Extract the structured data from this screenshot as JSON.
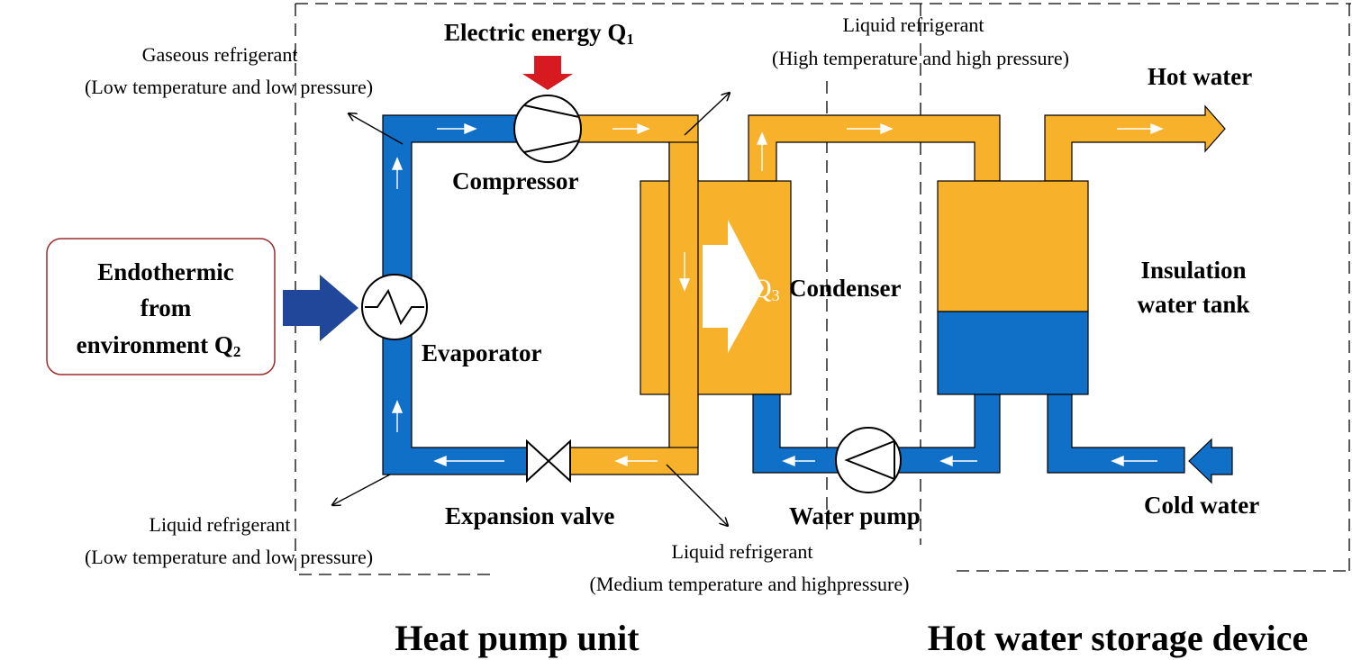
{
  "labels": {
    "electric_energy": "Electric energy Q",
    "electric_energy_sub": "1",
    "gaseous_refrigerant_1": "Gaseous refrigerant",
    "gaseous_refrigerant_2": "(Low temperature and low pressure)",
    "liquid_hp_1": "Liquid  refrigerant",
    "liquid_hp_2": "(High temperature and high pressure)",
    "hot_water": "Hot water",
    "compressor": "Compressor",
    "endothermic_1": "Endothermic",
    "endothermic_2": "from",
    "endothermic_3": "environment Q",
    "endothermic_sub": "2",
    "evaporator": "Evaporator",
    "q3": "Q",
    "q3_sub": "3",
    "condenser": "Condenser",
    "insulation_1": "Insulation",
    "insulation_2": "water tank",
    "expansion_valve": "Expansion valve",
    "water_pump": "Water pump",
    "cold_water": "Cold water",
    "liquid_lp_1": "Liquid refrigerant",
    "liquid_lp_2": "(Low temperature and low pressure)",
    "liquid_mp_1": "Liquid refrigerant",
    "liquid_mp_2": "(Medium temperature and highpressure)",
    "heat_pump_unit": "Heat pump unit",
    "storage_device": "Hot water storage device"
  },
  "colors": {
    "blue_pipe": "#1070C8",
    "orange_pipe": "#F8B12A",
    "navy_arrow": "#21479A",
    "red_arrow": "#D71920",
    "box_border": "#9B2B2B"
  }
}
